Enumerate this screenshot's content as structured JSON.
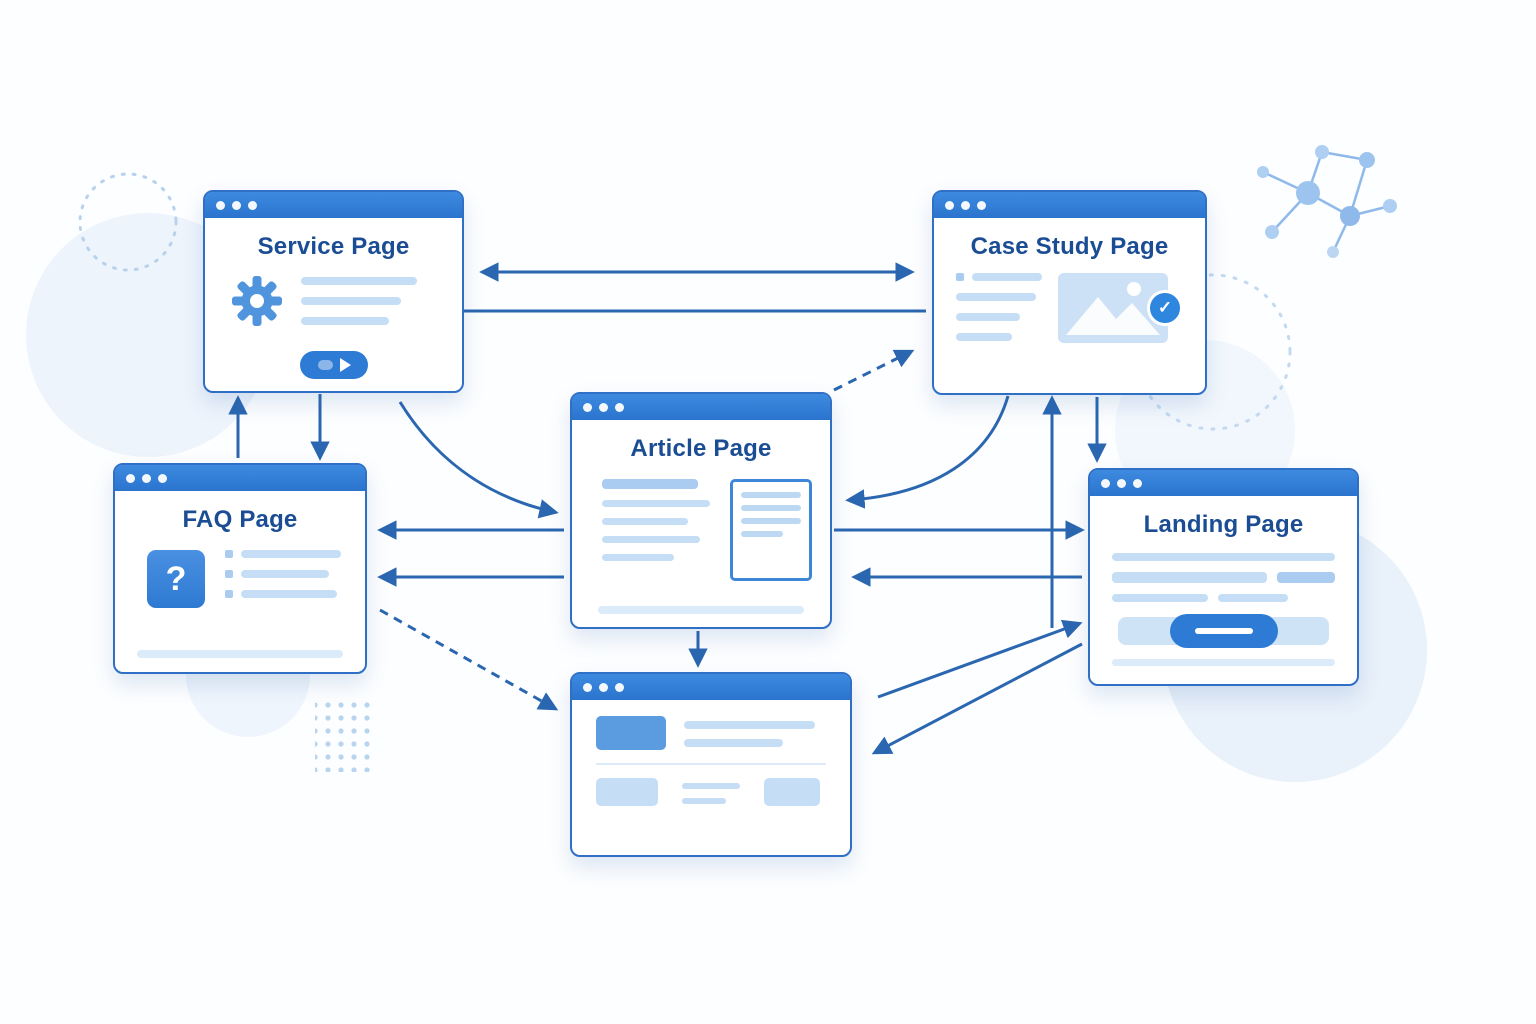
{
  "pages": {
    "service": {
      "title": "Service Page"
    },
    "case_study": {
      "title": "Case Study Page"
    },
    "faq": {
      "title": "FAQ Page"
    },
    "article": {
      "title": "Article Page"
    },
    "landing": {
      "title": "Landing Page"
    },
    "content": {
      "title": ""
    }
  },
  "icons": {
    "question_mark": "?",
    "checkmark": "✓",
    "gear": "gear-icon",
    "play": "play-icon",
    "image_mountain": "image-thumbnail-icon",
    "document": "document-icon"
  },
  "colors": {
    "titlebar_blue": "#2e7bd5",
    "window_border": "#2f6fc5",
    "title_text": "#1b4d94",
    "arrow": "#2b66b0",
    "wireframe_light": "#c5ddf5",
    "wireframe_medium": "#a9ccf0",
    "badge_blue": "#2e86de",
    "background": "#fdfeff"
  },
  "connections": [
    {
      "from": "Service Page",
      "to": "Case Study Page",
      "style": "solid",
      "bidirectional": true
    },
    {
      "from": "Service Page",
      "to": "Case Study Page",
      "style": "solid",
      "bidirectional": false
    },
    {
      "from": "Article Page",
      "to": "Case Study Page",
      "style": "dashed",
      "bidirectional": false
    },
    {
      "from": "Case Study Page",
      "to": "Article Page",
      "style": "curved",
      "bidirectional": false
    },
    {
      "from": "Service Page",
      "to": "Article Page",
      "style": "curved",
      "bidirectional": false
    },
    {
      "from": "FAQ Page",
      "to": "Service Page",
      "style": "solid",
      "bidirectional": false
    },
    {
      "from": "Service Page",
      "to": "FAQ Page",
      "style": "solid",
      "bidirectional": false
    },
    {
      "from": "Article Page",
      "to": "FAQ Page",
      "style": "solid",
      "bidirectional": false
    },
    {
      "from": "Article Page",
      "to": "FAQ Page",
      "style": "solid",
      "bidirectional": false
    },
    {
      "from": "Article Page",
      "to": "Landing Page",
      "style": "solid",
      "bidirectional": false
    },
    {
      "from": "Landing Page",
      "to": "Article Page",
      "style": "solid",
      "bidirectional": false
    },
    {
      "from": "FAQ Page",
      "to": "Content Page",
      "style": "dashed",
      "bidirectional": false
    },
    {
      "from": "Article Page",
      "to": "Content Page",
      "style": "solid",
      "bidirectional": false
    },
    {
      "from": "Case Study Page",
      "to": "Landing Page",
      "style": "solid",
      "bidirectional": false
    },
    {
      "from": "Content Page",
      "to": "Case Study Page",
      "style": "solid",
      "bidirectional": false
    },
    {
      "from": "Content Page",
      "to": "Landing Page",
      "style": "solid",
      "bidirectional": false
    },
    {
      "from": "Landing Page",
      "to": "Content Page",
      "style": "solid",
      "bidirectional": false
    }
  ]
}
